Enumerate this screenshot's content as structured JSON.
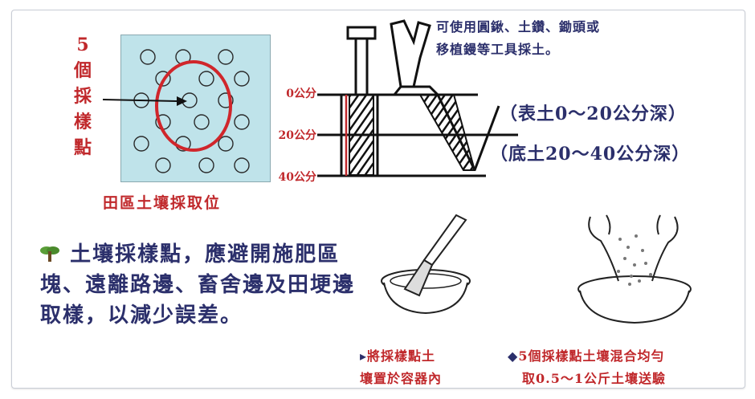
{
  "sample_points_vertical": [
    "5",
    "個",
    "採",
    "樣",
    "點"
  ],
  "field_caption": "田區土壤採取位",
  "tool_note": {
    "line1": "可使用圓鍬、土鑽、鋤頭或",
    "line2": "移植鏝等工具採土。"
  },
  "depth_labels": [
    "0公分",
    "20公分",
    "40公分"
  ],
  "layers": {
    "topsoil": "（表土0～20公分深）",
    "subsoil": "（底土20～40公分深）"
  },
  "advice": {
    "icon": "leaf-icon",
    "text": "土壤採樣點，應避開施肥區塊、遠離路邊、畜舍邊及田埂邊取樣，以減少誤差。"
  },
  "caption_container": {
    "marker": "▸",
    "line1": "將採樣點土",
    "line2": "壤置於容器內"
  },
  "caption_mix": {
    "marker": "◆",
    "line1": "5個採樣點土壤混合均勻",
    "line2": "取0.5～1公斤土壤送驗"
  },
  "colors": {
    "red": "#c0282b",
    "navy": "#2b2f6b",
    "grid_bg": "#bfe3ea",
    "leaf": "#5a9e38"
  }
}
